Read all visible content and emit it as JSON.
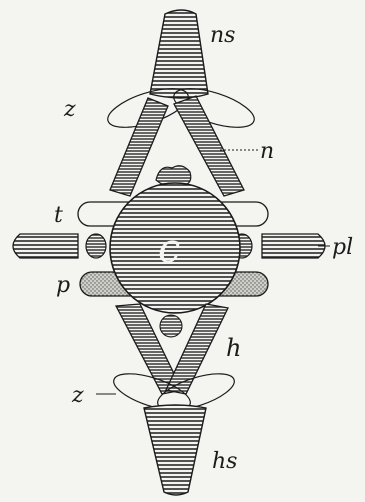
{
  "figure": {
    "labels": {
      "ns": "ns",
      "z_top": "z",
      "n": "n",
      "c": "c",
      "t": "t",
      "pl": "pl",
      "p": "p",
      "h": "h",
      "z_bottom": "z",
      "hs": "hs"
    },
    "colors": {
      "background": "#f4f4f1",
      "ink": "#1b1b1b",
      "hatch": "#2a2a2a"
    }
  }
}
